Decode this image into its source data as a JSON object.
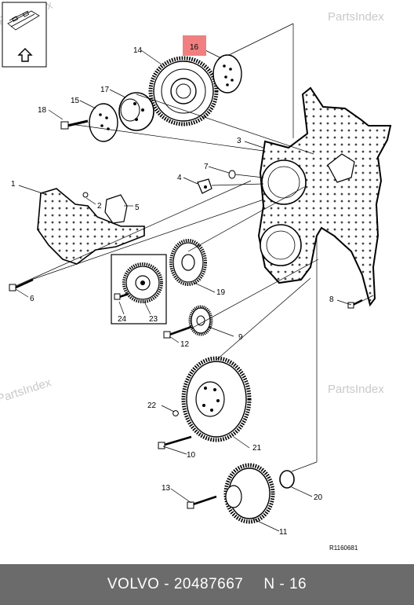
{
  "diagram": {
    "callouts": {
      "c1": "1",
      "c2": "2",
      "c3": "3",
      "c4": "4",
      "c5": "5",
      "c6": "6",
      "c7": "7",
      "c8": "8",
      "c9": "9",
      "c10": "10",
      "c11": "11",
      "c12": "12",
      "c13": "13",
      "c14": "14",
      "c15": "15",
      "c16": "16",
      "c17": "17",
      "c18": "18",
      "c19": "19",
      "c20": "20",
      "c21": "21",
      "c22": "22",
      "c23": "23",
      "c24": "24"
    },
    "highlighted_callout": "16",
    "highlight_color": "#f08080",
    "reference_code": "R1160681",
    "watermark_text": "PartsIndex"
  },
  "footer": {
    "brand_part": "VOLVO - 20487667",
    "section": "N - 16"
  }
}
